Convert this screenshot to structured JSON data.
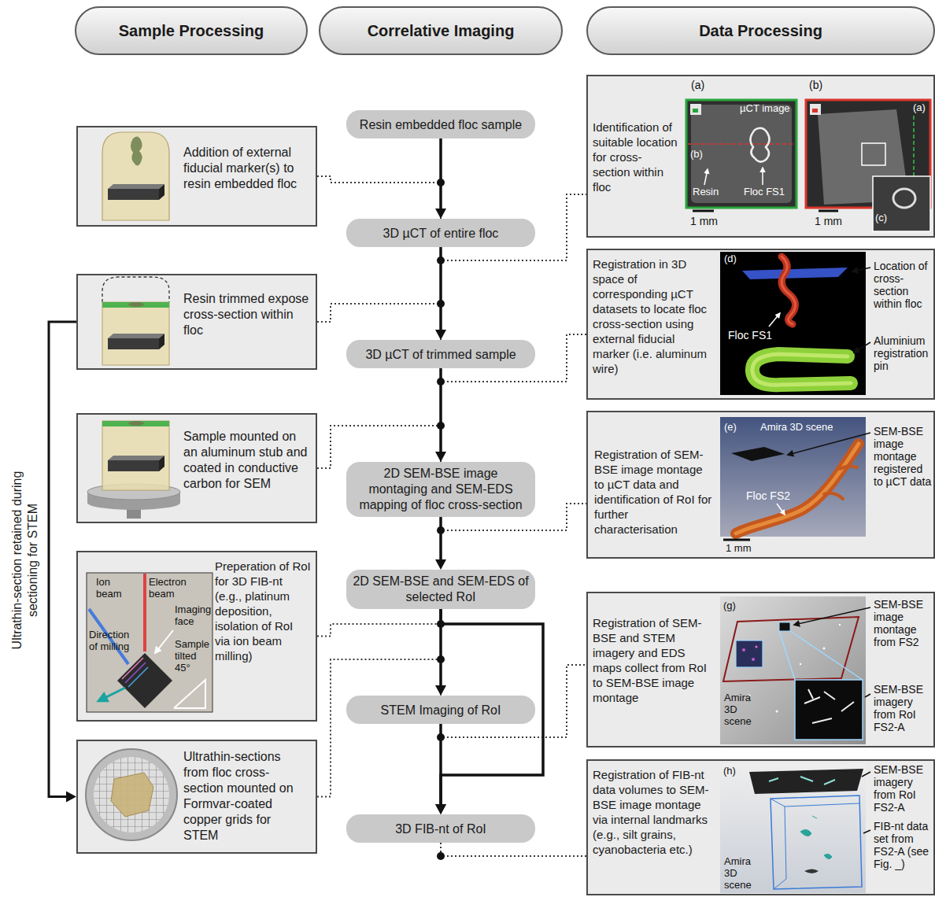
{
  "diagram": {
    "nodes": [
      {
        "text": [
          "Sample Processing"
        ]
      },
      {
        "text": [
          "Correlative Imaging"
        ]
      },
      {
        "text": [
          "Data Processing"
        ]
      },
      {
        "text": [
          "Addition of external fiducial marker(s) to resin embedded floc"
        ]
      },
      {
        "text": [
          "Resin trimmed expose cross-section within floc"
        ]
      },
      {
        "text": [
          "Sample mounted on an aluminum stub and coated in conductive carbon for SEM"
        ]
      },
      {
        "text": [
          "Preperation of RoI for 3D FIB-nt (e.g., platinum deposition, isolation of RoI via ion beam milling)"
        ]
      },
      {
        "text": [
          "Ultrathin-sections from floc cross-section mounted on Formvar-coated copper grids for STEM"
        ]
      },
      {
        "text": [
          "Resin embedded floc sample"
        ]
      },
      {
        "text": [
          "3D µCT of entire floc"
        ]
      },
      {
        "text": [
          "3D µCT of trimmed sample"
        ]
      },
      {
        "text": [
          "2D SEM-BSE image montaging and SEM-EDS mapping of floc cross-section"
        ]
      },
      {
        "text": [
          "2D SEM-BSE and SEM-EDS of selected RoI"
        ]
      },
      {
        "text": [
          "STEM Imaging of RoI"
        ]
      },
      {
        "text": [
          "3D FIB-nt of RoI"
        ]
      },
      {
        "text": [
          "Identification of suitable location for cross-section within floc"
        ]
      },
      {
        "text": [
          "Registration in 3D space of corresponding µCT datasets to locate floc cross-section using external fiducial marker (i.e. aluminum wire)"
        ]
      },
      {
        "text": [
          "Registration of SEM-BSE image montage to µCT data and identification of RoI for further characterisation"
        ]
      },
      {
        "text": [
          "Registration of SEM-BSE and STEM imagery and EDS maps collect from RoI to SEM-BSE image montage"
        ]
      },
      {
        "text": [
          "Registration of FIB-nt data volumes to SEM-BSE image montage via internal landmarks (e.g., silt grains, cyanobacteria etc.)"
        ]
      }
    ],
    "edges": [
      {
        "from": 8,
        "to": 9,
        "arrow": "to"
      },
      {
        "from": 9,
        "to": 10,
        "arrow": "to"
      },
      {
        "from": 10,
        "to": 11,
        "arrow": "to"
      },
      {
        "from": 11,
        "to": 12,
        "arrow": "to"
      },
      {
        "from": 12,
        "to": 13,
        "arrow": "to"
      },
      {
        "from": 12,
        "to": 14,
        "arrow": "to"
      },
      {
        "from": 13,
        "to": 14,
        "arrow": "to"
      },
      {
        "from": 3,
        "to": 9,
        "arrow": "none"
      },
      {
        "from": 4,
        "to": 10,
        "arrow": "none"
      },
      {
        "from": 5,
        "to": 11,
        "arrow": "none"
      },
      {
        "from": 6,
        "to": 14,
        "arrow": "none"
      },
      {
        "from": 7,
        "to": 13,
        "arrow": "none"
      },
      {
        "from": 9,
        "to": 15,
        "arrow": "none"
      },
      {
        "from": 10,
        "to": 16,
        "arrow": "none"
      },
      {
        "from": 11,
        "to": 17,
        "arrow": "none"
      },
      {
        "from": 13,
        "to": 18,
        "arrow": "none"
      },
      {
        "from": 14,
        "to": 19,
        "arrow": "none"
      },
      {
        "from": 4,
        "to": 7,
        "arrow": "to",
        "label": "Ultrathin-section retained during sectioning for STEM"
      }
    ],
    "labels": [
      "(a)",
      "µCT image",
      "(b)",
      "Resin",
      "Floc FS1",
      "1 mm",
      "(b)",
      "(a)",
      "(c)",
      "1 mm",
      "(d)",
      "Location of cross-section within floc",
      "Floc FS1",
      "Aluminium registration pin",
      "(e)",
      "Amira 3D scene",
      "Floc FS2",
      "SEM-BSE image montage registered to µCT data",
      "1 mm",
      "(g)",
      "SEM-BSE image montage from FS2",
      "Amira 3D scene",
      "SEM-BSE imagery from RoI FS2-A",
      "(h)",
      "SEM-BSE imagery from RoI FS2-A",
      "FIB-nt data set from FS2-A (see Fig. _)",
      "Amira 3D scene",
      "Ion beam",
      "Electron beam",
      "Imaging face",
      "Direction of milling",
      "Sample tilted 45°"
    ]
  }
}
